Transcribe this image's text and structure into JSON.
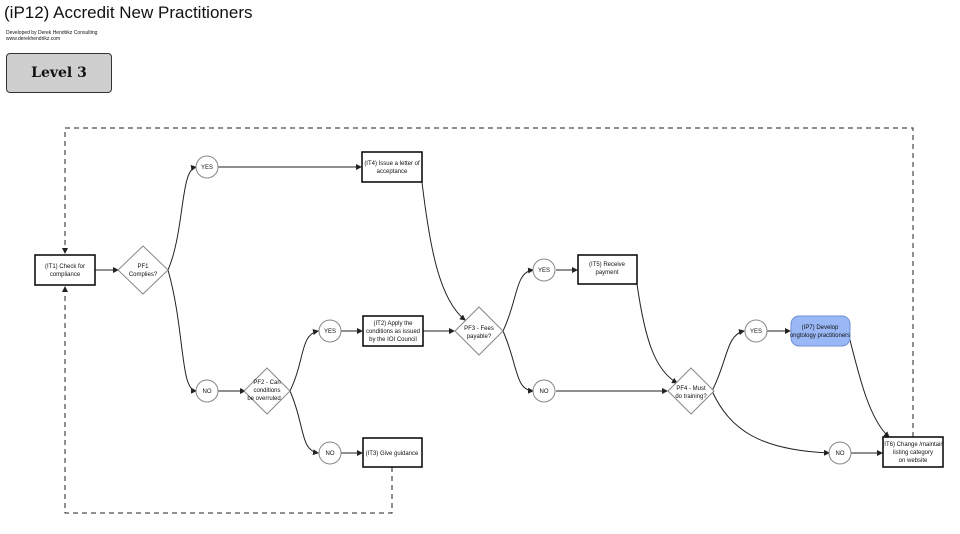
{
  "title": "(iP12) Accredit New Practitioners",
  "credit": {
    "line1": "Developed by Derek Hendrikz Consulting",
    "line2": "www.derekhendrikz.com"
  },
  "level_badge": "Level 3",
  "nodes": {
    "it1": [
      "(IT1) Check for",
      "compliance"
    ],
    "pf1": [
      "PF1",
      "Complies?"
    ],
    "yes1": "YES",
    "no1": "NO",
    "it4": [
      "(IT4) Issue a letter of",
      "acceptance"
    ],
    "pf2": [
      "PF2 - Can",
      "conditions",
      "be overruled"
    ],
    "yes2": "YES",
    "no2": "NO",
    "it2": [
      "(IT2) Apply the",
      "conditions as issued",
      "by the IOI Council"
    ],
    "it3": [
      "(IT3) Give guidance"
    ],
    "pf3": [
      "PF3 - Fees",
      "payable?"
    ],
    "yes3": "YES",
    "no3": "NO",
    "it5": [
      "(IT5) Receive",
      "payment"
    ],
    "pf4": [
      "PF4 - Must",
      "do training?"
    ],
    "yes4": "YES",
    "no4": "NO",
    "ip7": [
      "(IP7) Develop",
      "ongtology practitioners"
    ],
    "it6": [
      "(IT6) Change /maintain",
      "listing category",
      "on website"
    ]
  },
  "colors": {
    "subprocess_fill": "#9ab8f5",
    "subprocess_stroke": "#6f8fd6",
    "line": "#222222",
    "badge_fill": "#cfcfcf"
  }
}
